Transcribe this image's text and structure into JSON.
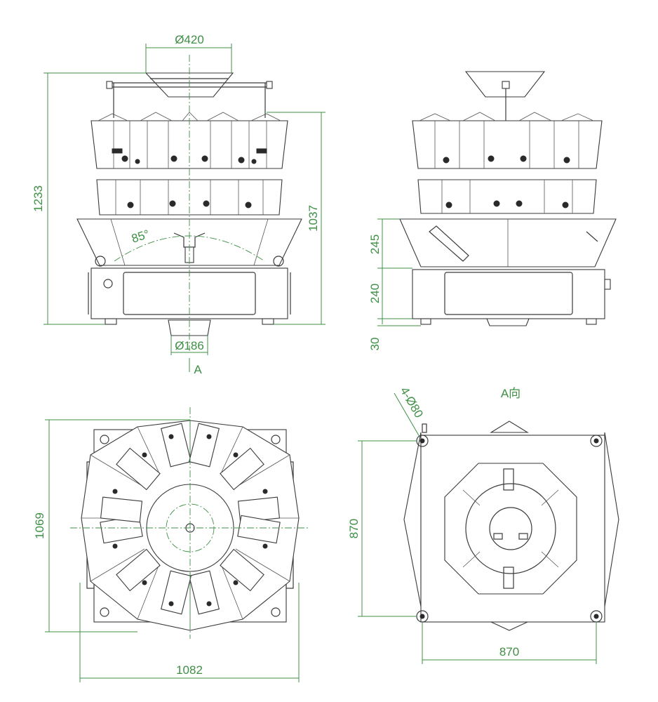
{
  "colors": {
    "dimension": "#3f8f45",
    "line": "#3a3a3a",
    "background": "#ffffff"
  },
  "labels": {
    "hopper_diameter": "Ø420",
    "total_height": "1233",
    "body_height": "1037",
    "chute_angle": "85°",
    "outlet_diameter": "Ø186",
    "view_marker": "A",
    "cone_height": "245",
    "base_height": "240",
    "foot_height": "30",
    "bolt_holes": "4-Ø80",
    "view_title": "A向",
    "plan_depth": "1069",
    "plan_width": "1082",
    "base_depth": "870",
    "base_width": "870"
  }
}
